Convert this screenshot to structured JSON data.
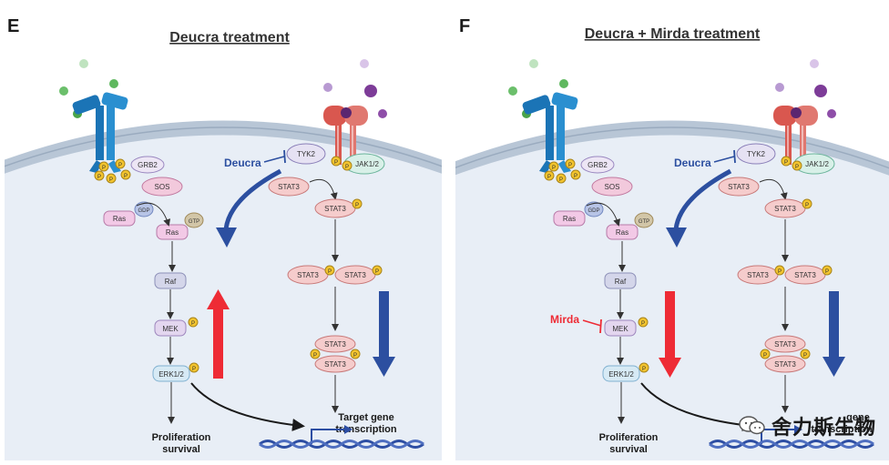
{
  "colors": {
    "membrane": "#b8c6d6",
    "cytoplasm": "#e8eef6",
    "receptor_blue": "#1b74b6",
    "receptor_red": "#d9574f",
    "phospho": "#f3c42e",
    "up_red": "#ee2b35",
    "down_blue": "#2c4fa0",
    "dna_blue": "#2d4ea3"
  },
  "panels": [
    {
      "letter": "E",
      "title": "Deucra treatment",
      "deucra_label": "Deucra",
      "mirda_label": "",
      "labels": {
        "grb2": "GRB2",
        "sos": "SOS",
        "gdp": "GDP",
        "gtp": "GTP",
        "ras1": "Ras",
        "ras2": "Ras",
        "raf": "Raf",
        "mek": "MEK",
        "erk": "ERK1/2",
        "tyk2": "TYK2",
        "jak": "JAK1/2",
        "stat_free": "STAT3",
        "stat_p1": "STAT3",
        "stat_d1": "STAT3",
        "stat_d2": "STAT3",
        "stat_n1": "STAT3",
        "stat_n2": "STAT3",
        "p": "P",
        "prolif1": "Proliferation",
        "prolif2": "survival",
        "target1": "Target gene",
        "target2": "transcription"
      }
    },
    {
      "letter": "F",
      "title": "Deucra + Mirda treatment",
      "deucra_label": "Deucra",
      "mirda_label": "Mirda",
      "labels": {
        "grb2": "GRB2",
        "sos": "SOS",
        "gdp": "GDP",
        "gtp": "GTP",
        "ras1": "Ras",
        "ras2": "Ras",
        "raf": "Raf",
        "mek": "MEK",
        "erk": "ERK1/2",
        "tyk2": "TYK2",
        "jak": "JAK1/2",
        "stat_free": "STAT3",
        "stat_p1": "STAT3",
        "stat_d1": "STAT3",
        "stat_d2": "STAT3",
        "stat_n1": "STAT3",
        "stat_n2": "STAT3",
        "p": "P",
        "prolif1": "Proliferation",
        "prolif2": "survival",
        "target1": "gene",
        "target2": "transcription"
      }
    }
  ],
  "watermark": {
    "text": "舍力斯生物"
  }
}
